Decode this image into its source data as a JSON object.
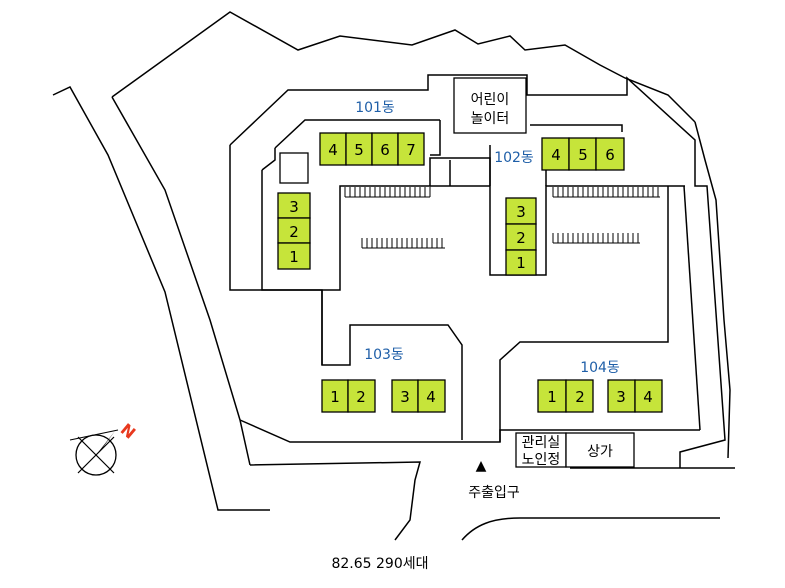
{
  "map_title": "82.65 290세대",
  "buildings": {
    "b101": "101동",
    "b102": "102동",
    "b103": "103동",
    "b104": "104동"
  },
  "units": {
    "b101_col": [
      "3",
      "2",
      "1"
    ],
    "b101_row": [
      "4",
      "5",
      "6",
      "7"
    ],
    "b102_col": [
      "3",
      "2",
      "1"
    ],
    "b102_row": [
      "4",
      "5",
      "6"
    ],
    "b103": [
      "1",
      "2",
      "3",
      "4"
    ],
    "b104": [
      "1",
      "2",
      "3",
      "4"
    ]
  },
  "facilities": {
    "playground_line1": "어린이",
    "playground_line2": "놀이터",
    "office_line1": "관리실",
    "office_line2": "노인정",
    "shop": "상가"
  },
  "entrance": {
    "marker": "▲",
    "label": "주출입구"
  },
  "compass": {
    "icon": "compass-icon",
    "north_letter": "N",
    "accent_color": "#e8391e"
  },
  "colors": {
    "unit_fill": "#c6e43a",
    "building_label": "#1f5fa8"
  }
}
